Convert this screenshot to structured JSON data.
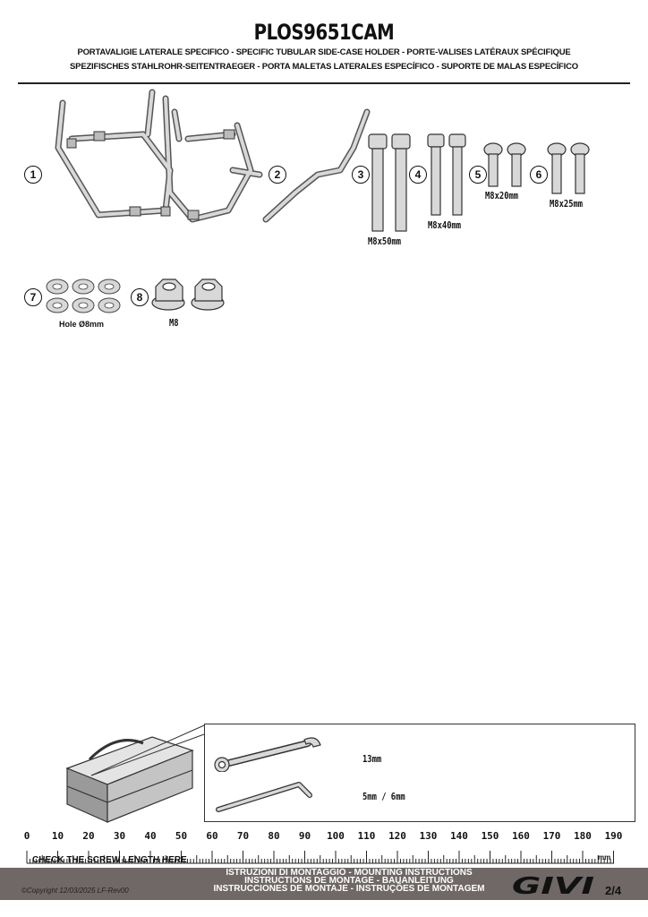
{
  "header": {
    "code": "PLOS9651CAM",
    "subtitle_line1": "PORTAVALIGIE LATERALE SPECIFICO  -  SPECIFIC TUBULAR SIDE-CASE HOLDER  - PORTE-VALISES LATÉRAUX SPÉCIFIQUE",
    "subtitle_line2": "SPEZIFISCHES STAHLROHR-SEITENTRAEGER - PORTA MALETAS LATERALES ESPECÍFICO - SUPORTE DE MALAS ESPECÍFICO"
  },
  "parts": [
    {
      "number": "1",
      "label": ""
    },
    {
      "number": "2",
      "label": ""
    },
    {
      "number": "3",
      "label": "M8x50mm"
    },
    {
      "number": "4",
      "label": "M8x40mm"
    },
    {
      "number": "5",
      "label": "M8x20mm"
    },
    {
      "number": "6",
      "label": "M8x25mm"
    },
    {
      "number": "7",
      "label": "Hole Ø8mm"
    },
    {
      "number": "8",
      "label": "M8"
    }
  ],
  "tools": {
    "wrench_label": "13mm",
    "allen_label": "5mm / 6mm"
  },
  "ruler": {
    "ticks": [
      "0",
      "10",
      "20",
      "30",
      "40",
      "50",
      "60",
      "70",
      "80",
      "90",
      "100",
      "110",
      "120",
      "130",
      "140",
      "150",
      "160",
      "170",
      "180",
      "190"
    ],
    "unit": "mm",
    "check_text": "CHECK THE SCREW LENGTH HERE"
  },
  "footer": {
    "line1": "ISTRUZIONI DI MONTAGGIO  -  MOUNTING INSTRUCTIONS",
    "line2": "INSTRUCTIONS DE MONTAGE - BAUANLEITUNG",
    "line3": "INSTRUCCIONES DE MONTAJE - INSTRUÇÕES DE MONTAGEM",
    "copyright": "©Copyright 12/03/2025 LF-Rev00",
    "page": "2/4",
    "brand": "GIVI"
  },
  "colors": {
    "footer_bar": "#6f6866",
    "part_fill": "#d8d8d8"
  }
}
